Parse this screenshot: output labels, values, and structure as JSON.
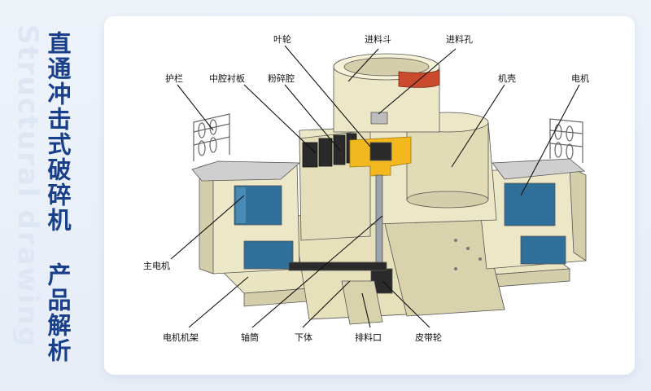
{
  "watermark": "Structural drawing",
  "title": "直通冲击式破碎机 产品解析",
  "labels": {
    "impeller": "叶轮",
    "feed_hopper": "进料斗",
    "feed_hole": "进料孔",
    "guardrail": "护栏",
    "cavity_liner": "中腔衬板",
    "crushing_chamber": "粉碎腔",
    "casing": "机壳",
    "motor": "电机",
    "main_motor": "主电机",
    "motor_frame": "电机机架",
    "bearing_cylinder": "轴筒",
    "lower_body": "下体",
    "discharge_port": "排料口",
    "pulley": "皮带轮"
  },
  "colors": {
    "title": "#1a3f8a",
    "machine": "#e9e4c2",
    "machine_shade": "#d4ceaa",
    "liner": "#2a2a2a",
    "impeller": "#f2b81e",
    "accent_red": "#c94a2c",
    "motor_blue": "#2f6f9a"
  }
}
